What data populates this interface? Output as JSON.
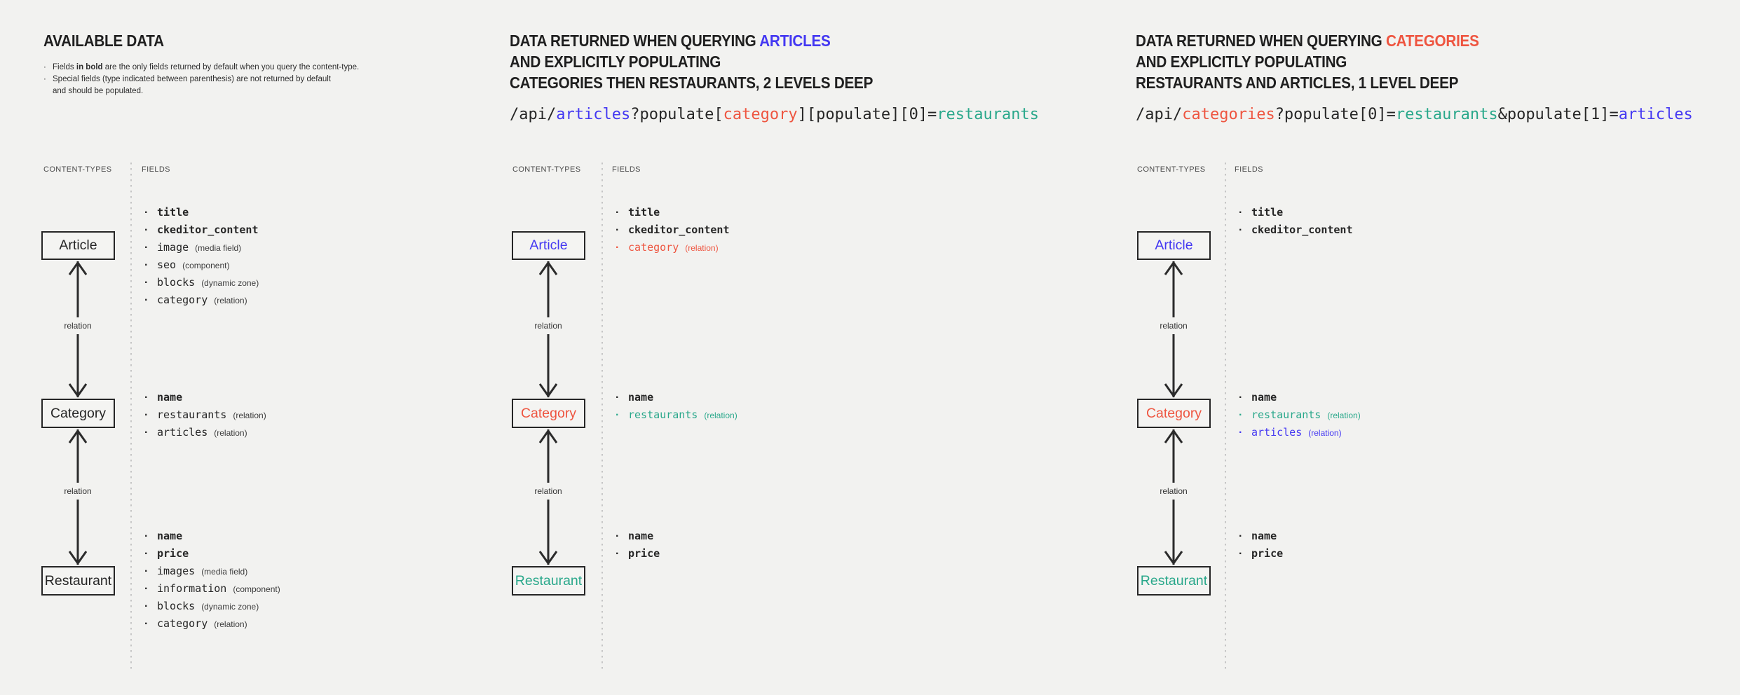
{
  "palette": {
    "bg": "#f2f2f0",
    "dark": "#262626",
    "heading": "#1f1f1f",
    "blue": "#4438f2",
    "red": "#ee5540",
    "teal": "#2aa88b",
    "label_gray": "#4a4a4a",
    "annotation_gray": "#3c3c3c",
    "line": "#2b2b2b",
    "dotted": "#c6c6c6"
  },
  "columns": [
    {
      "title_lines": [
        {
          "text": "AVAILABLE DATA",
          "accent": ""
        }
      ],
      "notes": [
        {
          "pre": "Fields ",
          "bold": "in bold",
          "post": " are the only fields returned by default when you query the content-type.",
          "bullet": "·"
        },
        {
          "pre": "Special fields (type indicated between parenthesis) are not returned by default",
          "bold": "",
          "post": "",
          "bullet": "·"
        },
        {
          "pre": "and should be populated.",
          "bold": "",
          "post": "",
          "bullet": ""
        }
      ],
      "labels": {
        "content_types": "CONTENT-TYPES",
        "fields": "FIELDS"
      },
      "nodes": [
        {
          "label": "Article",
          "color": "dark"
        },
        {
          "label": "Category",
          "color": "dark"
        },
        {
          "label": "Restaurant",
          "color": "dark"
        }
      ],
      "edges": [
        {
          "label": "relation"
        },
        {
          "label": "relation"
        }
      ],
      "groups": [
        {
          "fields": [
            {
              "name": "title",
              "type": "",
              "bold": true,
              "color": "dark"
            },
            {
              "name": "ckeditor_content",
              "type": "",
              "bold": true,
              "color": "dark"
            },
            {
              "name": "image",
              "type": "(media field)",
              "bold": false,
              "color": "dark"
            },
            {
              "name": "seo",
              "type": "(component)",
              "bold": false,
              "color": "dark"
            },
            {
              "name": "blocks",
              "type": "(dynamic zone)",
              "bold": false,
              "color": "dark"
            },
            {
              "name": "category",
              "type": "(relation)",
              "bold": false,
              "color": "dark"
            }
          ]
        },
        {
          "fields": [
            {
              "name": "name",
              "type": "",
              "bold": true,
              "color": "dark"
            },
            {
              "name": "restaurants",
              "type": "(relation)",
              "bold": false,
              "color": "dark"
            },
            {
              "name": "articles",
              "type": "(relation)",
              "bold": false,
              "color": "dark"
            }
          ]
        },
        {
          "fields": [
            {
              "name": "name",
              "type": "",
              "bold": true,
              "color": "dark"
            },
            {
              "name": "price",
              "type": "",
              "bold": true,
              "color": "dark"
            },
            {
              "name": "images",
              "type": "(media field)",
              "bold": false,
              "color": "dark"
            },
            {
              "name": "information",
              "type": "(component)",
              "bold": false,
              "color": "dark"
            },
            {
              "name": "blocks",
              "type": "(dynamic zone)",
              "bold": false,
              "color": "dark"
            },
            {
              "name": "category",
              "type": "(relation)",
              "bold": false,
              "color": "dark"
            }
          ]
        }
      ]
    },
    {
      "title_lines": [
        {
          "text": "DATA RETURNED WHEN QUERYING ",
          "accent": "ARTICLES",
          "accent_color": "blue"
        },
        {
          "text": "AND EXPLICITLY POPULATING",
          "accent": ""
        },
        {
          "text": "CATEGORIES THEN RESTAURANTS, 2 LEVELS DEEP",
          "accent": ""
        }
      ],
      "code": [
        {
          "text": "/api/",
          "color": "dark"
        },
        {
          "text": "articles",
          "color": "blue"
        },
        {
          "text": "?populate[",
          "color": "dark"
        },
        {
          "text": "category",
          "color": "red"
        },
        {
          "text": "][populate][0]=",
          "color": "dark"
        },
        {
          "text": "restaurants",
          "color": "teal"
        }
      ],
      "labels": {
        "content_types": "CONTENT-TYPES",
        "fields": "FIELDS"
      },
      "nodes": [
        {
          "label": "Article",
          "color": "blue"
        },
        {
          "label": "Category",
          "color": "red"
        },
        {
          "label": "Restaurant",
          "color": "teal"
        }
      ],
      "edges": [
        {
          "label": "relation"
        },
        {
          "label": "relation"
        }
      ],
      "groups": [
        {
          "fields": [
            {
              "name": "title",
              "type": "",
              "bold": true,
              "color": "dark"
            },
            {
              "name": "ckeditor_content",
              "type": "",
              "bold": true,
              "color": "dark"
            },
            {
              "name": "category",
              "type": "(relation)",
              "bold": false,
              "color": "red"
            }
          ]
        },
        {
          "fields": [
            {
              "name": "name",
              "type": "",
              "bold": true,
              "color": "dark"
            },
            {
              "name": "restaurants",
              "type": "(relation)",
              "bold": false,
              "color": "teal"
            }
          ]
        },
        {
          "fields": [
            {
              "name": "name",
              "type": "",
              "bold": true,
              "color": "dark"
            },
            {
              "name": "price",
              "type": "",
              "bold": true,
              "color": "dark"
            }
          ]
        }
      ]
    },
    {
      "title_lines": [
        {
          "text": "DATA RETURNED WHEN QUERYING ",
          "accent": "CATEGORIES",
          "accent_color": "red"
        },
        {
          "text": "AND EXPLICITLY POPULATING",
          "accent": ""
        },
        {
          "text": "RESTAURANTS AND ARTICLES, 1 LEVEL DEEP",
          "accent": ""
        }
      ],
      "code": [
        {
          "text": "/api/",
          "color": "dark"
        },
        {
          "text": "categories",
          "color": "red"
        },
        {
          "text": "?populate[0]=",
          "color": "dark"
        },
        {
          "text": "restaurants",
          "color": "teal"
        },
        {
          "text": "&populate[1]=",
          "color": "dark"
        },
        {
          "text": "articles",
          "color": "blue"
        }
      ],
      "labels": {
        "content_types": "CONTENT-TYPES",
        "fields": "FIELDS"
      },
      "nodes": [
        {
          "label": "Article",
          "color": "blue"
        },
        {
          "label": "Category",
          "color": "red"
        },
        {
          "label": "Restaurant",
          "color": "teal"
        }
      ],
      "edges": [
        {
          "label": "relation"
        },
        {
          "label": "relation"
        }
      ],
      "groups": [
        {
          "fields": [
            {
              "name": "title",
              "type": "",
              "bold": true,
              "color": "dark"
            },
            {
              "name": "ckeditor_content",
              "type": "",
              "bold": true,
              "color": "dark"
            }
          ]
        },
        {
          "fields": [
            {
              "name": "name",
              "type": "",
              "bold": true,
              "color": "dark"
            },
            {
              "name": "restaurants",
              "type": "(relation)",
              "bold": false,
              "color": "teal"
            },
            {
              "name": "articles",
              "type": "(relation)",
              "bold": false,
              "color": "blue"
            }
          ]
        },
        {
          "fields": [
            {
              "name": "name",
              "type": "",
              "bold": true,
              "color": "dark"
            },
            {
              "name": "price",
              "type": "",
              "bold": true,
              "color": "dark"
            }
          ]
        }
      ]
    }
  ]
}
